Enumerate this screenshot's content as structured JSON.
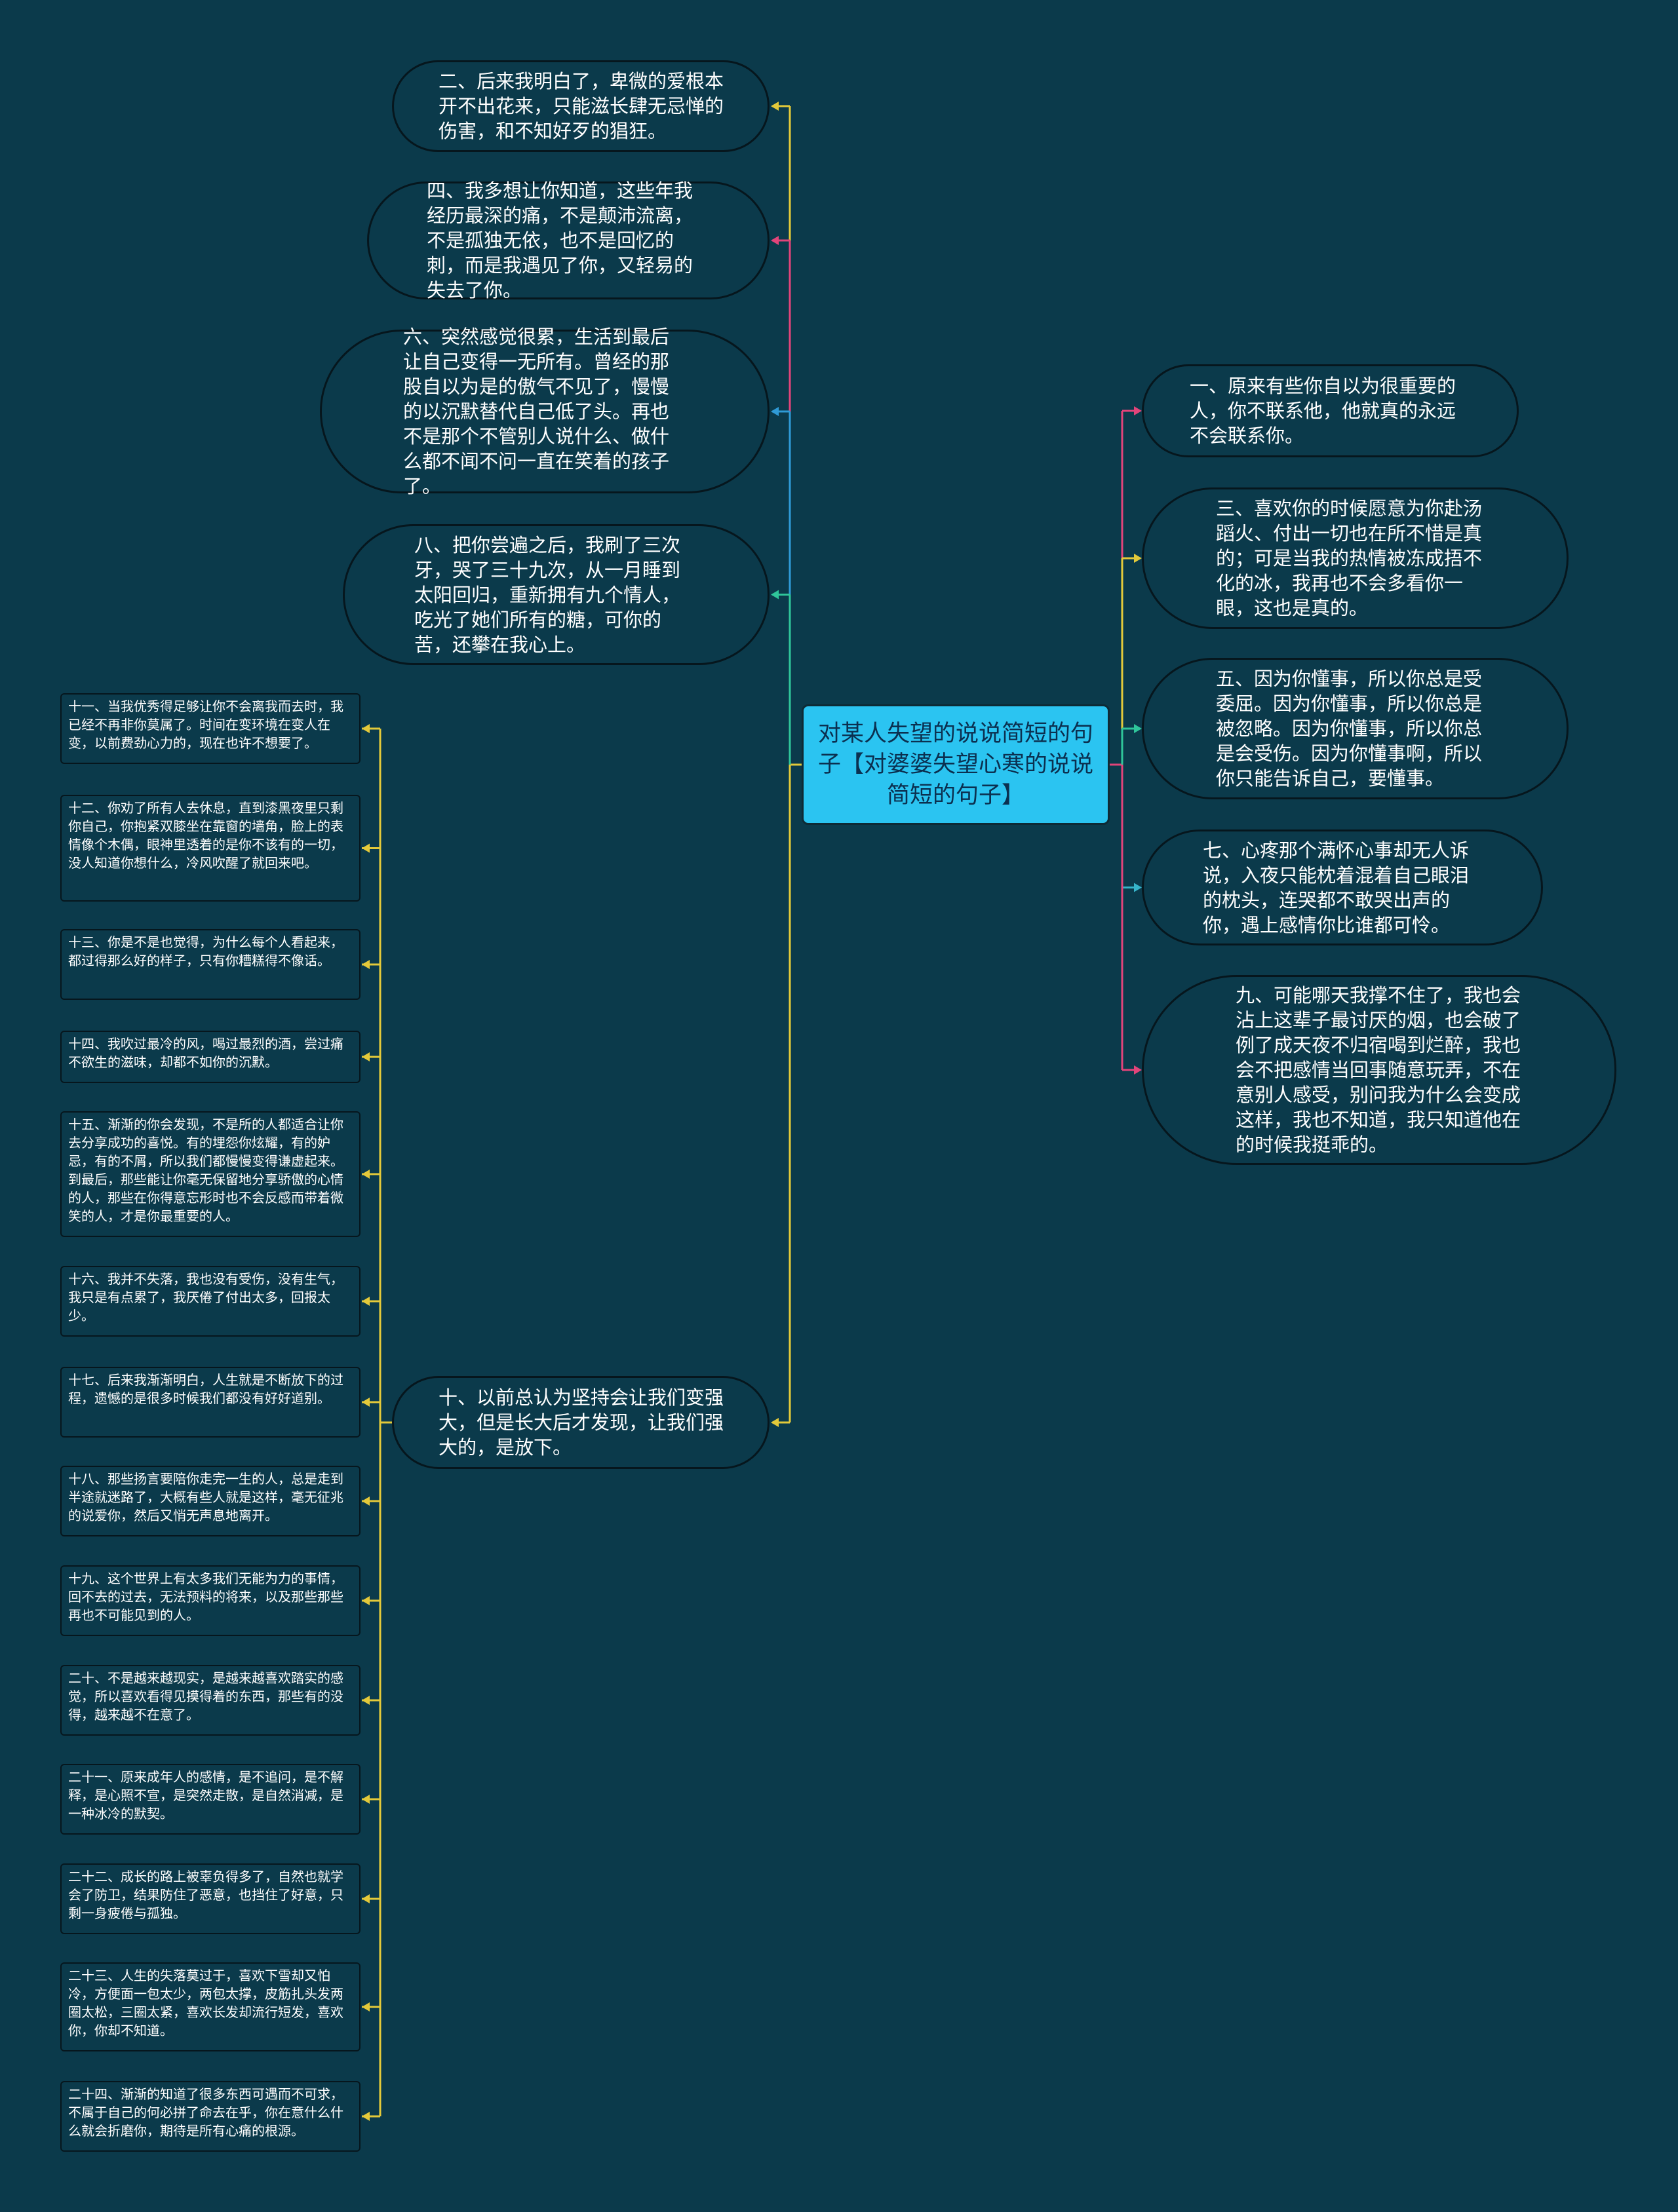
{
  "root": "对某人失望的说说简短的句子【对婆婆失望心寒的说说简短的句子】",
  "colors": {
    "background": "#0b3a4b",
    "root_fill": "#2bc4f1",
    "yellow": "#e3c93a",
    "pink": "#e2447a",
    "blue": "#2f9ad6",
    "green": "#2fc59a",
    "teal": "#36b3c9"
  },
  "left_branches": [
    {
      "text": "二、后来我明白了，卑微的爱根本开不出花来，只能滋长肆无忌惮的伤害，和不知好歹的猖狂。",
      "color": "yellow"
    },
    {
      "text": "四、我多想让你知道，这些年我经历最深的痛，不是颠沛流离，不是孤独无依，也不是回忆的刺，而是我遇见了你，又轻易的失去了你。",
      "color": "pink"
    },
    {
      "text": "六、突然感觉很累，生活到最后让自己变得一无所有。曾经的那股自以为是的傲气不见了，慢慢的以沉默替代自己低了头。再也不是那个不管别人说什么、做什么都不闻不问一直在笑着的孩子了。",
      "color": "blue"
    },
    {
      "text": "八、把你尝遍之后，我刷了三次牙，哭了三十九次，从一月睡到太阳回归，重新拥有九个情人，吃光了她们所有的糖，可你的苦，还攀在我心上。",
      "color": "green"
    },
    {
      "text": "十、以前总认为坚持会让我们变强大，但是长大后才发现，让我们强大的，是放下。",
      "color": "yellow"
    }
  ],
  "right_branches": [
    {
      "text": "一、原来有些你自以为很重要的人，你不联系他，他就真的永远不会联系你。",
      "color": "pink"
    },
    {
      "text": "三、喜欢你的时候愿意为你赴汤蹈火、付出一切也在所不惜是真的；可是当我的热情被冻成捂不化的冰，我再也不会多看你一眼，这也是真的。",
      "color": "yellow"
    },
    {
      "text": "五、因为你懂事，所以你总是受委屈。因为你懂事，所以你总是被忽略。因为你懂事，所以你总是会受伤。因为你懂事啊，所以你只能告诉自己，要懂事。",
      "color": "green"
    },
    {
      "text": "七、心疼那个满怀心事却无人诉说，入夜只能枕着混着自己眼泪的枕头，连哭都不敢哭出声的你，遇上感情你比谁都可怜。",
      "color": "teal"
    },
    {
      "text": "九、可能哪天我撑不住了，我也会沾上这辈子最讨厌的烟，也会破了例了成天夜不归宿喝到烂醉，我也会不把感情当回事随意玩弄，不在意别人感受，别问我为什么会变成这样，我也不知道，我只知道他在的时候我挺乖的。",
      "color": "pink"
    }
  ],
  "sub_notes": [
    "十一、当我优秀得足够让你不会离我而去时，我已经不再非你莫属了。时间在变环境在变人在变，以前费劲心力的，现在也许不想要了。",
    "十二、你劝了所有人去休息，直到漆黑夜里只剩你自己，你抱紧双膝坐在靠窗的墙角，脸上的表情像个木偶，眼神里透着的是你不该有的一切，没人知道你想什么，冷风吹醒了就回来吧。",
    "十三、你是不是也觉得，为什么每个人看起来，都过得那么好的样子，只有你糟糕得不像话。",
    "十四、我吹过最冷的风，喝过最烈的酒，尝过痛不欲生的滋味，却都不如你的沉默。",
    "十五、渐渐的你会发现，不是所的人都适合让你去分享成功的喜悦。有的埋怨你炫耀，有的妒忌，有的不屑，所以我们都慢慢变得谦虚起来。到最后，那些能让你毫无保留地分享骄傲的心情的人，那些在你得意忘形时也不会反感而带着微笑的人，才是你最重要的人。",
    "十六、我并不失落，我也没有受伤，没有生气，我只是有点累了，我厌倦了付出太多，回报太少。",
    "十七、后来我渐渐明白，人生就是不断放下的过程，遗憾的是很多时候我们都没有好好道别。",
    "十八、那些扬言要陪你走完一生的人，总是走到半途就迷路了，大概有些人就是这样，毫无征兆的说爱你，然后又悄无声息地离开。",
    "十九、这个世界上有太多我们无能为力的事情，回不去的过去，无法预料的将来，以及那些那些再也不可能见到的人。",
    "二十、不是越来越现实，是越来越喜欢踏实的感觉，所以喜欢看得见摸得着的东西，那些有的没得，越来越不在意了。",
    "二十一、原来成年人的感情，是不追问，是不解释，是心照不宣，是突然走散，是自然消减，是一种冰冷的默契。",
    "二十二、成长的路上被辜负得多了，自然也就学会了防卫，结果防住了恶意，也挡住了好意，只剩一身疲倦与孤独。",
    "二十三、人生的失落莫过于，喜欢下雪却又怕冷，方便面一包太少，两包太撑，皮筋扎头发两圈太松，三圈太紧，喜欢长发却流行短发，喜欢你，你却不知道。",
    "二十四、渐渐的知道了很多东西可遇而不可求，不属于自己的何必拼了命去在乎，你在意什么什么就会折磨你，期待是所有心痛的根源。"
  ]
}
